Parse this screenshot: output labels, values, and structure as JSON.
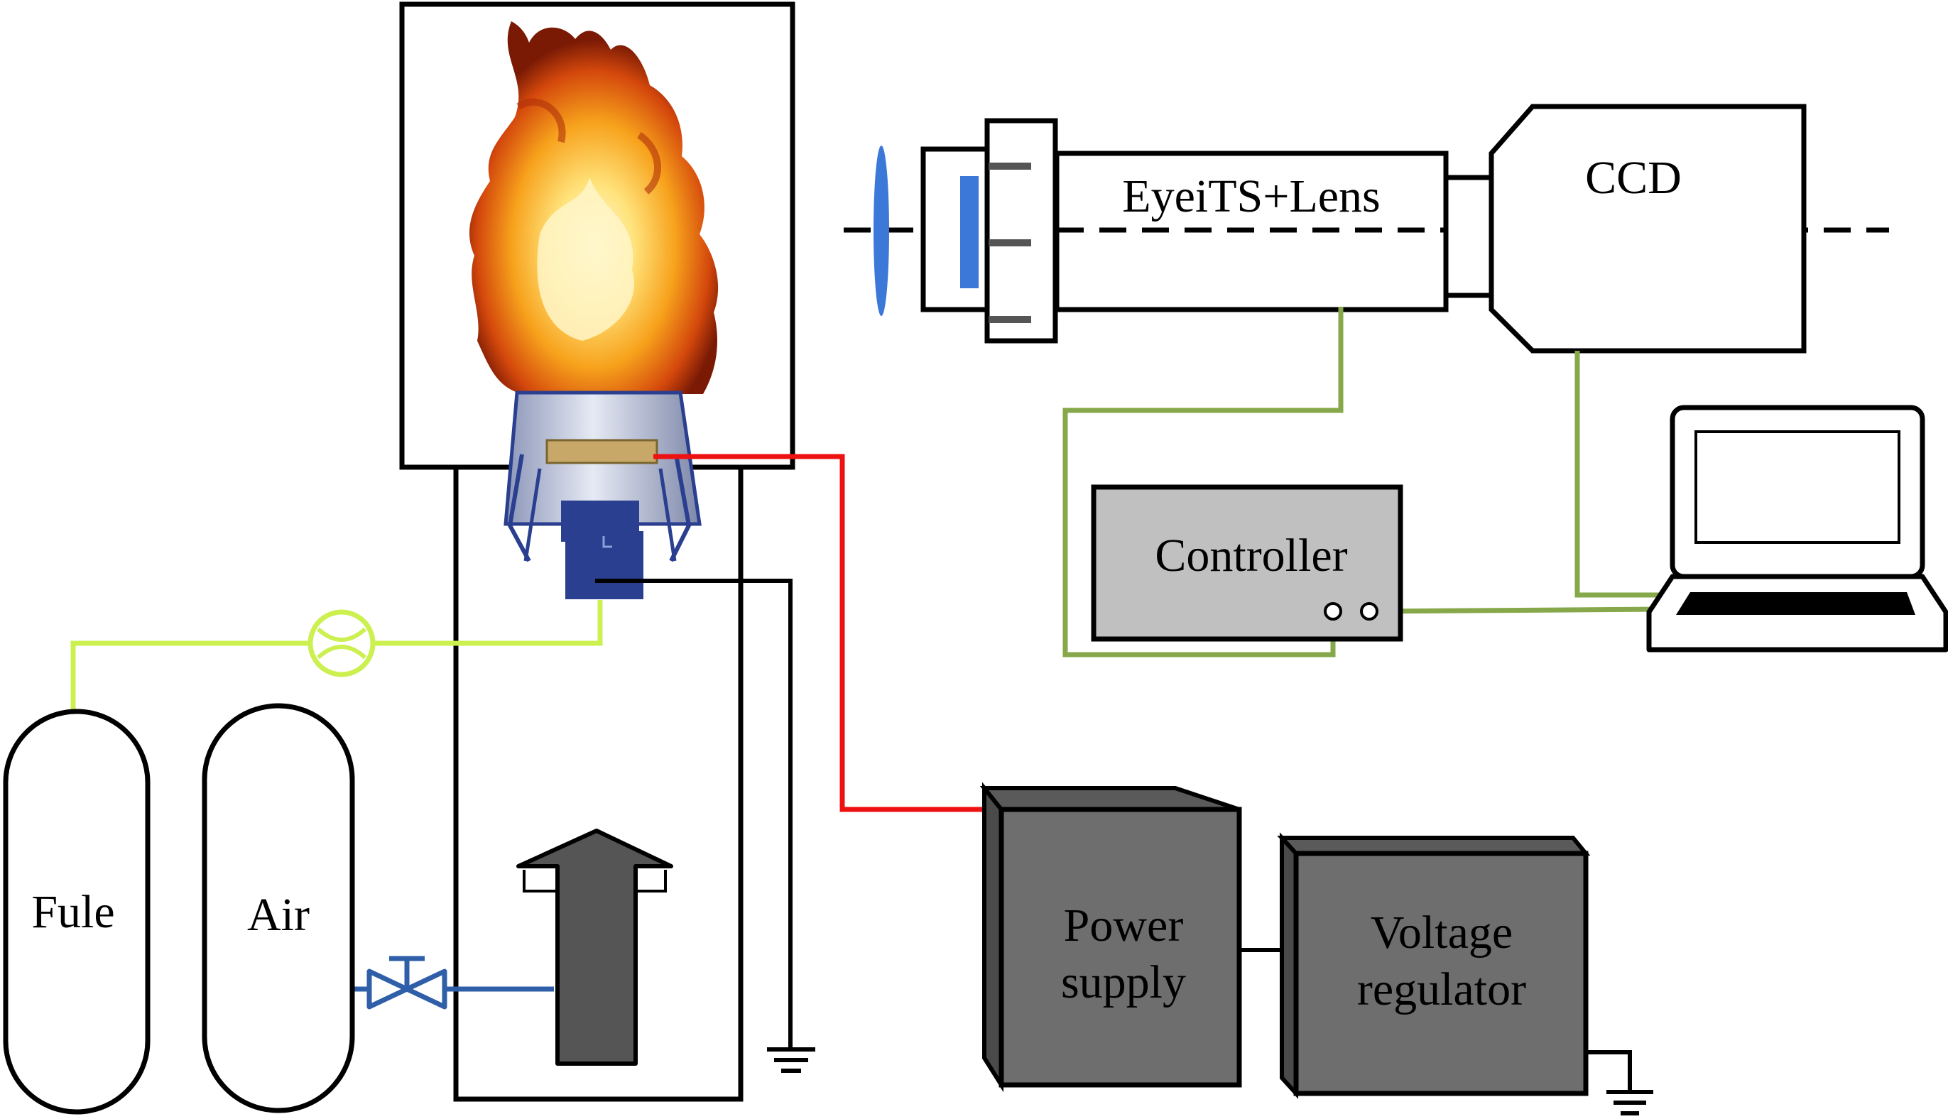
{
  "labels": {
    "eyeits_lens": "EyeiTS+Lens",
    "ccd": "CCD",
    "controller": "Controller",
    "fuel_tank": "Fule",
    "air_tank": "Air",
    "power_supply_line1": "Power",
    "power_supply_line2": "supply",
    "voltage_regulator_line1": "Voltage",
    "voltage_regulator_line2": "regulator"
  },
  "colors": {
    "outline": "#000000",
    "fuel_line": "#ccf050",
    "signal_cable": "#86a84a",
    "power_wire": "#ee1111",
    "air_line": "#2f5fa8",
    "lens": "#3b78d8",
    "burner_body": "#2a3f8f",
    "burner_cone": "#c9d0e0",
    "heater_band": "#c8a868",
    "controller_fill": "#c0c0c0",
    "box_fill_dark": "#6e6e6e",
    "arrow_fill": "#555555"
  },
  "icons": {
    "flow_meter": "flow-meter-icon",
    "valve": "valve-icon",
    "ground": "ground-icon",
    "flame": "flame-icon",
    "laptop": "laptop-icon",
    "flow_arrow": "up-arrow-icon"
  }
}
